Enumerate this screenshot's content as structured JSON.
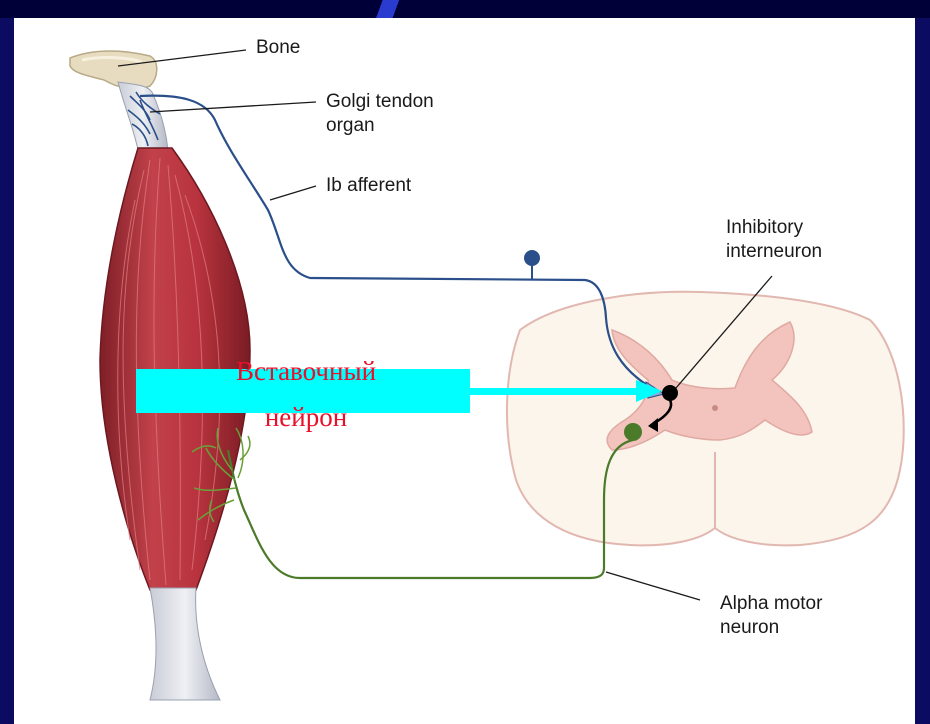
{
  "labels": {
    "bone": "Bone",
    "golgi": "Golgi tendon\norgan",
    "ib_afferent": "Ib afferent",
    "inhibitory": "Inhibitory\ninterneuron",
    "alpha": "Alpha motor\nneuron"
  },
  "annotation": {
    "line1": "Вставочный",
    "line2": "нейрон"
  },
  "colors": {
    "background": "#0b0b62",
    "panel": "#ffffff",
    "muscle": "#b8333d",
    "afferent": "#2a4f8a",
    "efferent": "#4a7a2a",
    "interneuron": "#000000",
    "arrow": "#00ffff",
    "annotation_text": "#e8102a",
    "spinal_gray": "#f2c4bd",
    "spinal_white": "#fbf5ec"
  }
}
